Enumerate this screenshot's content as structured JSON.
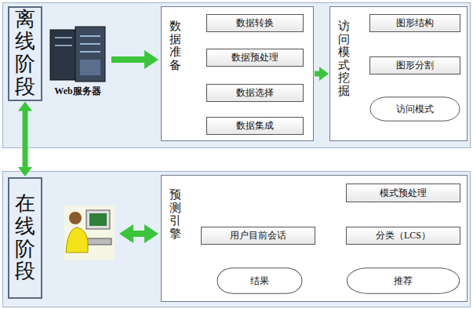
{
  "diagram": {
    "nodes": [
      {
        "text": [
          "离线阶段"
        ]
      },
      {
        "text": [
          "数据准备"
        ]
      },
      {
        "text": [
          "数据转换"
        ],
        "in": 1
      },
      {
        "text": [
          "数据预处理"
        ],
        "in": 1
      },
      {
        "text": [
          "数据选择"
        ],
        "in": 1
      },
      {
        "text": [
          "数据集成"
        ],
        "in": 1
      },
      {
        "text": [
          "访问模式挖掘"
        ]
      },
      {
        "text": [
          "图形结构"
        ],
        "in": 6
      },
      {
        "text": [
          "图形分割"
        ],
        "in": 6
      },
      {
        "text": [
          "访问模式"
        ],
        "in": 6
      },
      {
        "text": [
          "在线阶段"
        ]
      },
      {
        "text": [
          "预测引擎"
        ]
      },
      {
        "text": [
          "用户目前会话"
        ],
        "in": 11
      },
      {
        "text": [
          "模式预处理"
        ],
        "in": 11
      },
      {
        "text": [
          "分类（LCS）"
        ],
        "in": 11
      },
      {
        "text": [
          "推荐"
        ],
        "in": 11
      },
      {
        "text": [
          "结果"
        ],
        "in": 11
      }
    ],
    "edges": [
      {
        "from": 0,
        "to": 10,
        "arrow": "both"
      },
      {
        "from": 5,
        "to": 4,
        "arrow": "to"
      },
      {
        "from": 4,
        "to": 3,
        "arrow": "to"
      },
      {
        "from": 3,
        "to": 2,
        "arrow": "to"
      },
      {
        "from": 1,
        "to": 6,
        "arrow": "to"
      },
      {
        "from": 7,
        "to": 8,
        "arrow": "to"
      },
      {
        "from": 8,
        "to": 9,
        "arrow": "to"
      },
      {
        "from": 13,
        "to": 14,
        "arrow": "to"
      },
      {
        "from": 12,
        "to": 14,
        "arrow": "to"
      },
      {
        "from": 14,
        "to": 15,
        "arrow": "to"
      },
      {
        "from": 15,
        "to": 16,
        "arrow": "to"
      },
      {
        "from": 12,
        "to": 16,
        "arrow": "both"
      }
    ],
    "labels": [
      "Web服务器"
    ]
  }
}
